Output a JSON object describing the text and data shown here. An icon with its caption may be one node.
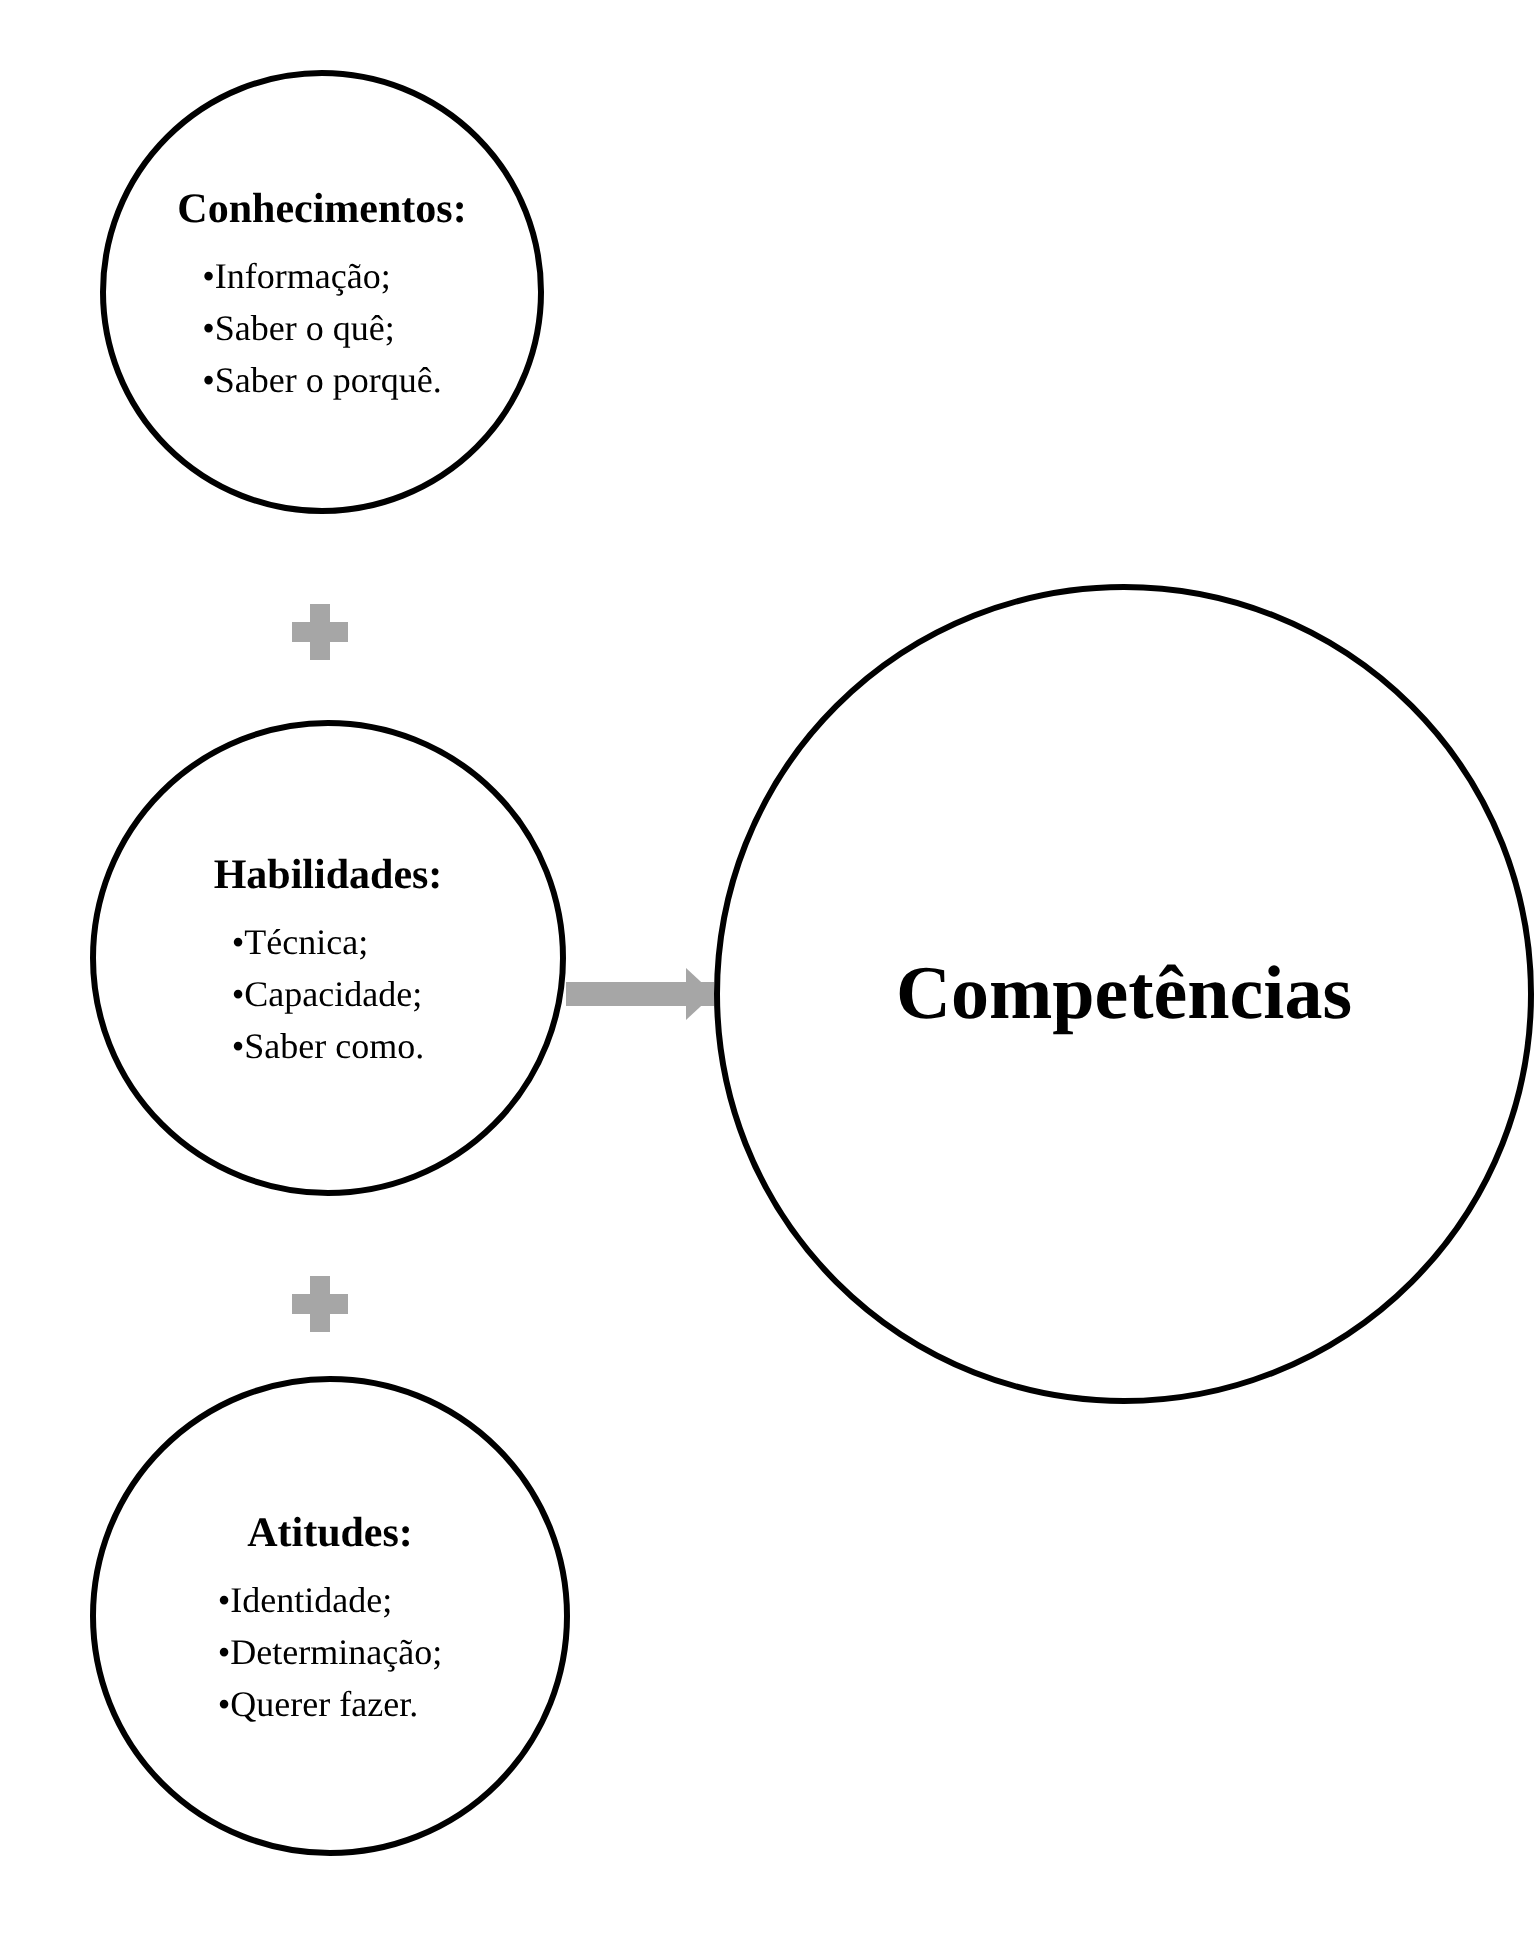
{
  "diagram": {
    "nodes": [
      {
        "text": [
          "Conhecimentos:",
          "•Informação;",
          "•Saber o quê;",
          "•Saber o porquê."
        ]
      },
      {
        "text": [
          "Habilidades:",
          "•Técnica;",
          "•Capacidade;",
          "•Saber como."
        ]
      },
      {
        "text": [
          "Atitudes:",
          "•Identidade;",
          "•Determinação;",
          "•Querer fazer."
        ]
      },
      {
        "text": [
          "Competências"
        ]
      }
    ],
    "edges": [
      {
        "from": 1,
        "to": 3,
        "arrow": "to"
      }
    ]
  }
}
